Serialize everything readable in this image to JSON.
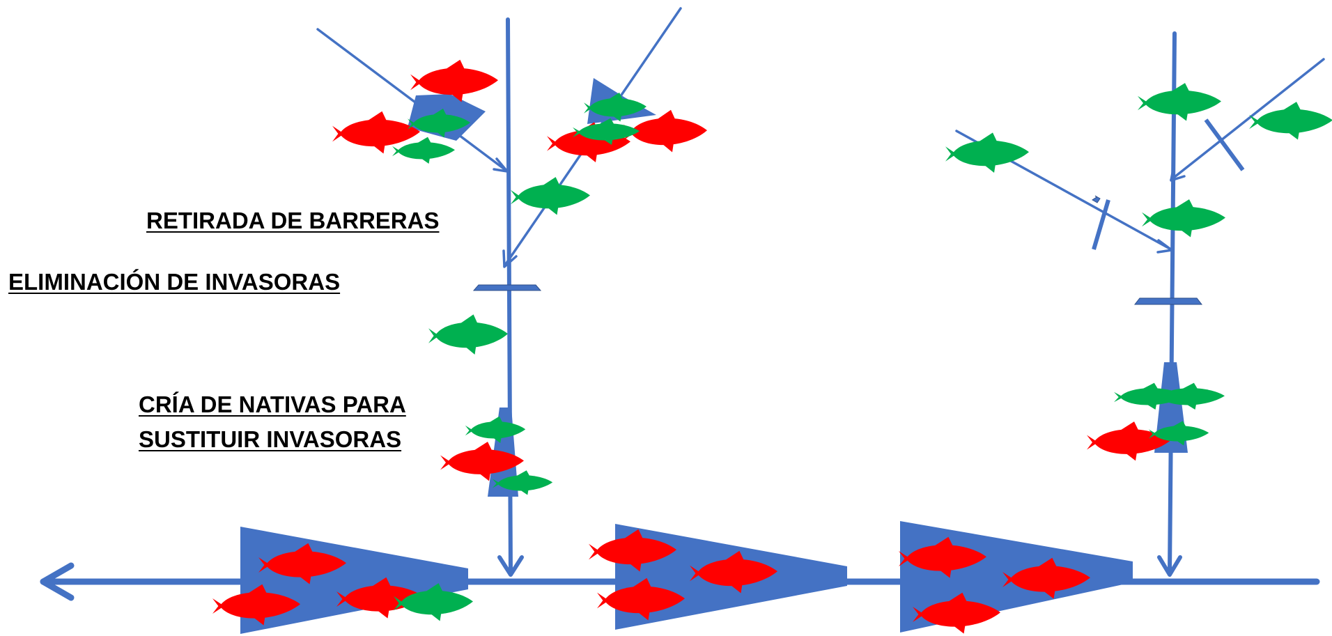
{
  "labels": {
    "barrier_removal": "RETIRADA DE BARRERAS",
    "invasive_elimination": "ELIMINACIÓN DE INVASORAS",
    "native_breeding_line1": "CRÍA DE NATIVAS  PARA",
    "native_breeding_line2": "SUSTITUIR INVASORAS"
  },
  "colors": {
    "river": "#4472C4",
    "invasive_fish": "#FF0000",
    "native_fish": "#00B050",
    "background": "#FFFFFF"
  },
  "legend_semantics": {
    "invasive_fish_color": "red",
    "native_fish_color": "green"
  }
}
